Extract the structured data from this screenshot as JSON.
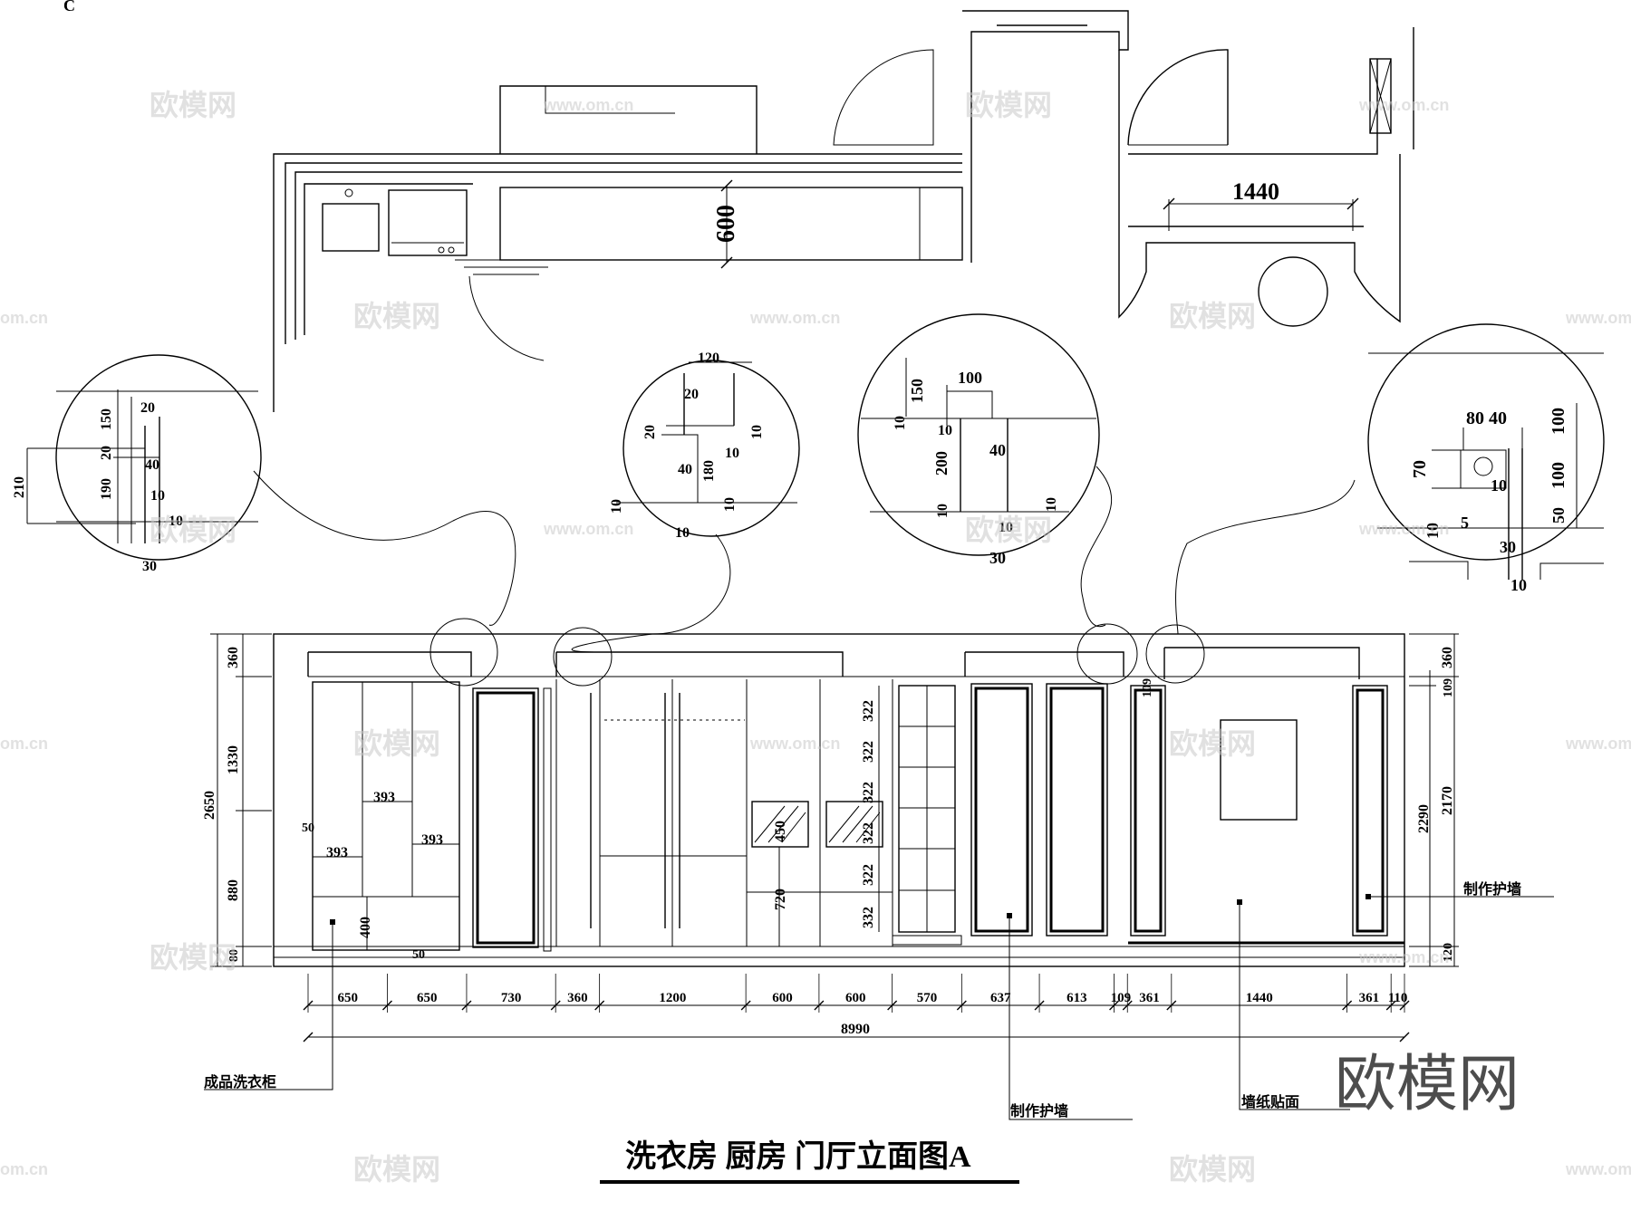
{
  "corner_mark": "C",
  "plan": {
    "depth_label": "600",
    "hall_width_label": "1440"
  },
  "details": [
    {
      "labels": [
        "20",
        "150",
        "20",
        "40",
        "190",
        "10",
        "10",
        "30",
        "210"
      ]
    },
    {
      "labels": [
        "120",
        "20",
        "20",
        "10",
        "10",
        "40",
        "180",
        "10",
        "10",
        "10"
      ]
    },
    {
      "labels": [
        "100",
        "150",
        "10",
        "10",
        "200",
        "40",
        "10",
        "10",
        "10",
        "30"
      ]
    },
    {
      "labels": [
        "80 40",
        "100",
        "70",
        "10",
        "100",
        "50",
        "10",
        "5",
        "30",
        "10"
      ]
    }
  ],
  "elevation": {
    "left_heights": [
      "360",
      "1330",
      "880",
      "80"
    ],
    "overall_height": "2650",
    "right_heights": [
      "360",
      "109",
      "2170",
      "120"
    ],
    "right_overall": "2290",
    "cabinet_inner": {
      "w1": "393",
      "w2": "393",
      "w3": "393",
      "gap": "50",
      "base": "400",
      "base_gap": "50"
    },
    "glass_rack": [
      "322",
      "322",
      "322",
      "322",
      "322",
      "332"
    ],
    "oven_niche": {
      "height": "450",
      "base": "720"
    },
    "right_small": "109",
    "bottom_segments": [
      "650",
      "650",
      "730",
      "360",
      "1200",
      "600",
      "600",
      "570",
      "637",
      "613",
      "109",
      "361",
      "1440",
      "361",
      "110"
    ],
    "total_width": "8990"
  },
  "callouts": {
    "laundry_cabinet": "成品洗衣柜",
    "wall_guard_1": "制作护墙",
    "wall_guard_2": "制作护墙",
    "wallpaper": "墙纸贴面"
  },
  "title": "洗衣房  厨房  门厅立面图A",
  "brand": "欧模网",
  "watermark": {
    "text": "欧模网",
    "url": "www.om.cn",
    "url_short": "om.cn"
  }
}
